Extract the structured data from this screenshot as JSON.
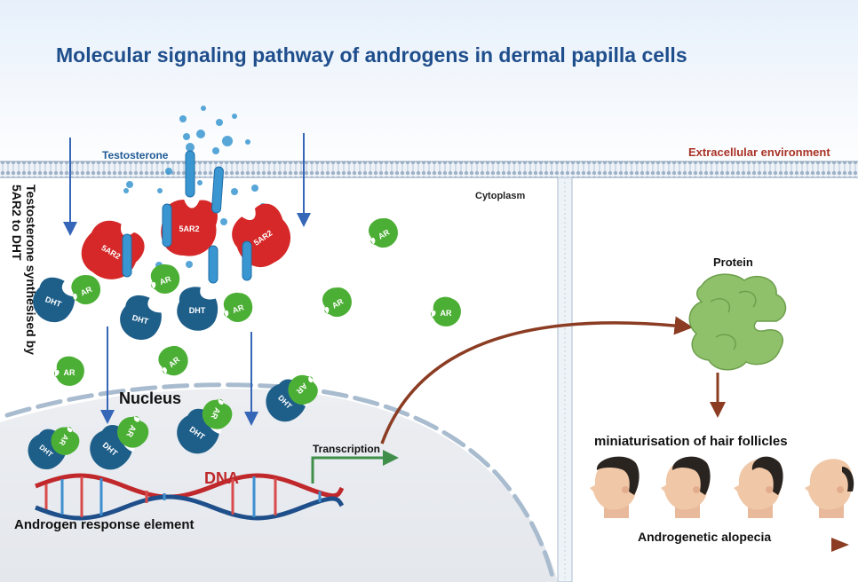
{
  "title": "Molecular signaling pathway of androgens in dermal papilla cells",
  "labels": {
    "testosterone": "Testosterone",
    "extracellular": "Extracellular environment",
    "cytoplasm": "Cytoplasm",
    "side_line1": "Testosterone synthesised by",
    "side_line2": "5AR2 to DHT",
    "protein": "Protein",
    "nucleus": "Nucleus",
    "dna": "DNA",
    "transcription": "Transcription",
    "are": "Androgen response element",
    "miniaturisation": "miniaturisation of hair follicles",
    "alopecia": "Androgenetic alopecia"
  },
  "molecules": {
    "enzyme": "5AR2",
    "receptor": "AR",
    "dht": "DHT"
  },
  "colors": {
    "title": "#1f4e8c",
    "extracellular_label": "#a93226",
    "enzyme": "#d62828",
    "receptor": "#4caf35",
    "dht": "#1e5f8a",
    "testosterone": "#3a96d0",
    "protein": "#8fc16a",
    "dna_red": "#c0282b",
    "dna_blue": "#1e4f8a",
    "arrow_blue": "#3566b8",
    "arrow_brown": "#8b3c22",
    "transcription_arrow": "#3f8f4a"
  },
  "icons": [
    "membrane",
    "enzyme-5ar2",
    "androgen-receptor",
    "dht-molecule",
    "testosterone-dot",
    "protein-blob",
    "dna-helix",
    "head-silhouette"
  ]
}
